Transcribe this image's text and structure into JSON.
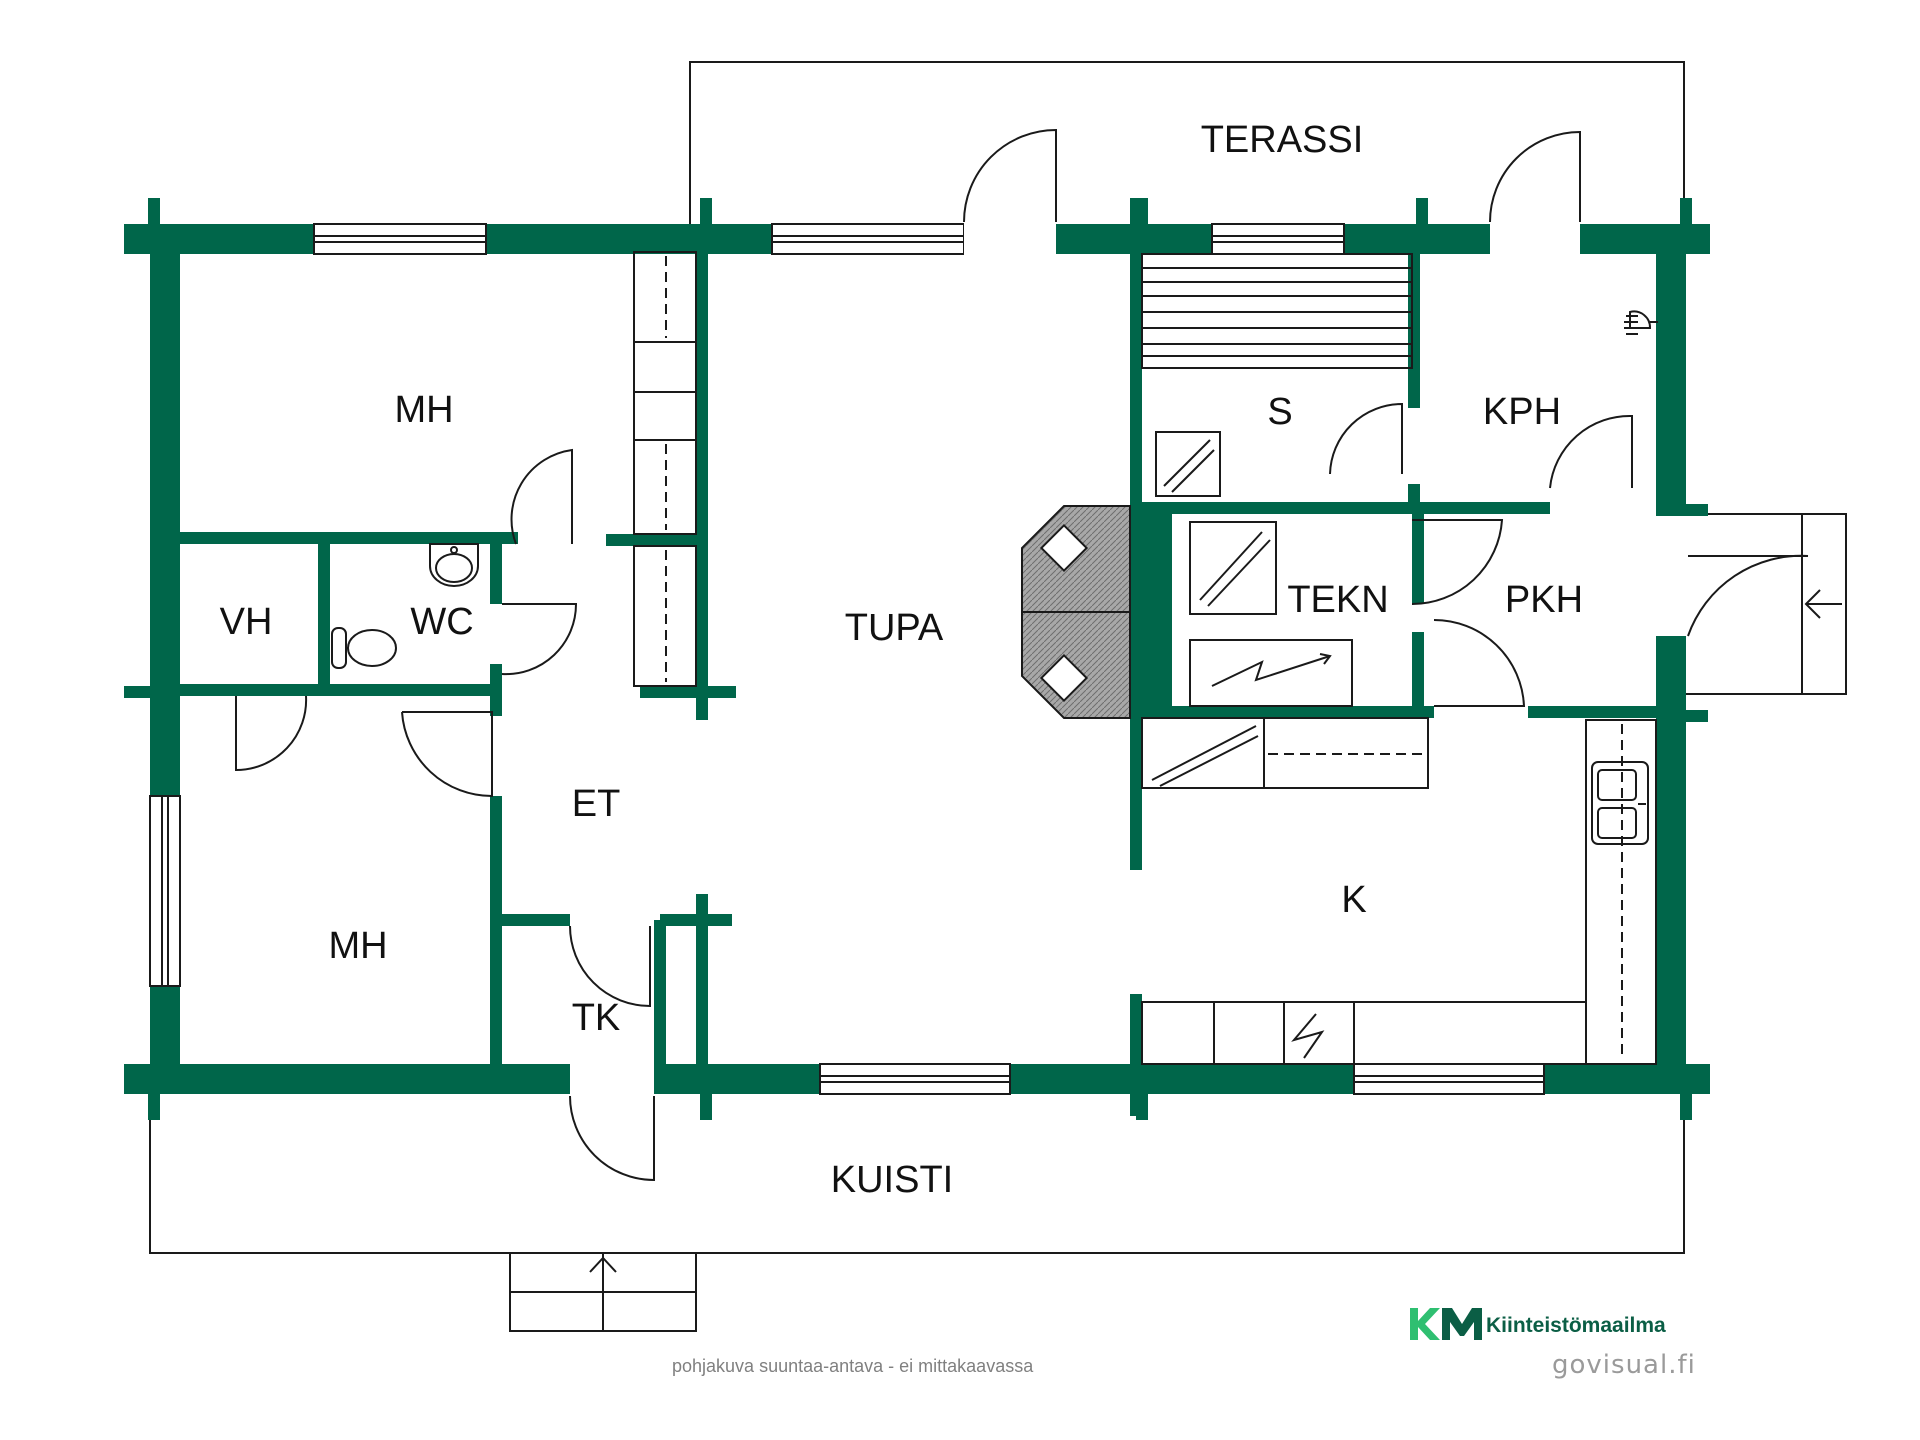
{
  "plan": {
    "rooms": {
      "terassi": "TERASSI",
      "mh_top": "MH",
      "vh": "VH",
      "wc": "WC",
      "tupa": "TUPA",
      "s": "S",
      "kph": "KPH",
      "tekn": "TEKN",
      "pkh": "PKH",
      "et": "ET",
      "mh_bottom": "MH",
      "k": "K",
      "tk": "TK",
      "kuisti": "KUISTI"
    },
    "colors": {
      "wall": "#00664a",
      "line": "#1a1a1a",
      "fireplace": "#9a9a9a"
    }
  },
  "footer": {
    "note": "pohjakuva suuntaa-antava - ei mittakaavassa",
    "brand_name": "Kiinteistömaailma",
    "brand_mark": "KM",
    "credit": "govisual.fi"
  }
}
